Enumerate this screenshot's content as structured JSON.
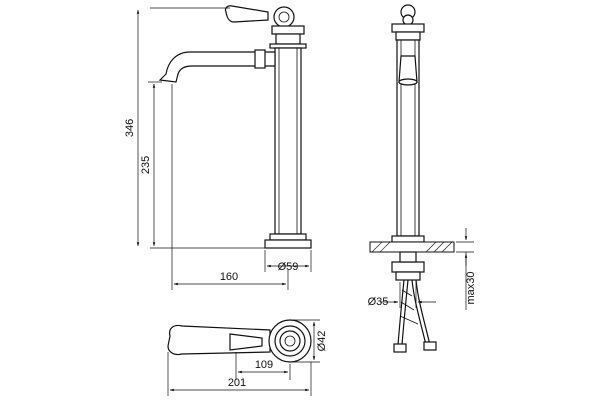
{
  "dimensions": {
    "total_height": "346",
    "spout_height": "235",
    "spout_reach": "160",
    "base_diameter": "Ø59",
    "body_diameter": "Ø35",
    "max_thickness": "max30",
    "handle_diameter": "Ø42",
    "handle_offset": "109",
    "total_length": "201"
  },
  "views": [
    "side-view",
    "front-view",
    "top-view"
  ]
}
